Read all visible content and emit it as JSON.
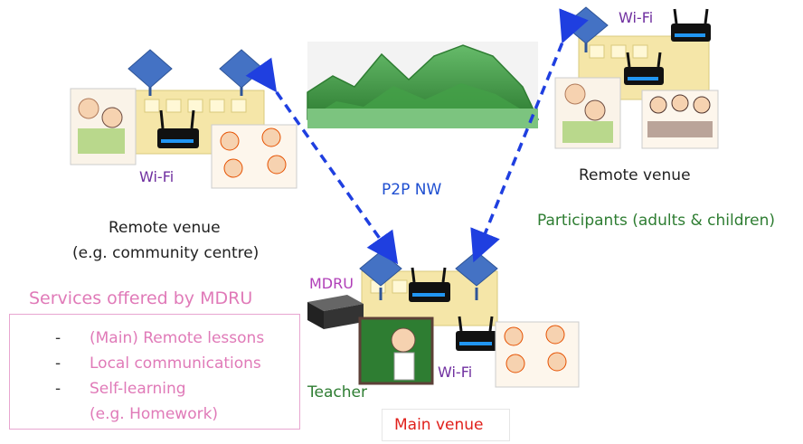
{
  "labels": {
    "wifi_right_top": "Wi-Fi",
    "wifi_left": "Wi-Fi",
    "wifi_main": "Wi-Fi",
    "p2p": "P2P NW",
    "remote_right": "Remote venue",
    "participants": "Participants (adults & children)",
    "remote_left_line1": "Remote venue",
    "remote_left_line2": "(e.g. community centre)",
    "mdru": "MDRU",
    "teacher": "Teacher",
    "main_venue": "Main venue"
  },
  "services": {
    "title": "Services offered by MDRU",
    "items": [
      {
        "dash": "-",
        "text": "(Main) Remote lessons"
      },
      {
        "dash": "-",
        "text": "Local communications"
      },
      {
        "dash": "-",
        "text": "Self-learning"
      },
      {
        "dash": "",
        "text": "(e.g. Homework)"
      }
    ]
  },
  "colors": {
    "wifi_text": "#7030a0",
    "p2p_text": "#1f4fd1",
    "participants_text": "#2e7d32",
    "services_text": "#e07ab8",
    "main_venue_text": "#e0201b",
    "antenna_fill": "#4472c4",
    "building_fill": "#f5e6a8",
    "mountain_fill": "#4caf50",
    "arrow": "#1f3fe0"
  },
  "icons": [
    "antenna-icon",
    "router-icon",
    "building-icon",
    "mountain-icon",
    "classroom-icon",
    "server-icon",
    "chalkboard-icon"
  ]
}
